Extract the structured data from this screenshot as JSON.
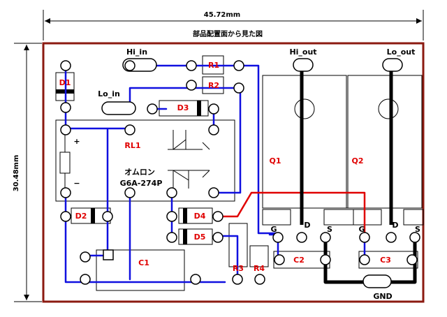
{
  "dimensions": {
    "width": "45.72mm",
    "height": "30.48mm"
  },
  "view_caption": "部品配置面から見た図",
  "terminals": {
    "hi_in": "Hi_in",
    "lo_in": "Lo_in",
    "hi_out": "Hi_out",
    "lo_out": "Lo_out",
    "gnd": "GND"
  },
  "components": {
    "d1": "D1",
    "d2": "D2",
    "d3": "D3",
    "d4": "D4",
    "d5": "D5",
    "r1": "R1",
    "r2": "R2",
    "r3": "R3",
    "r4": "R4",
    "c1": "C1",
    "c2": "C2",
    "c3": "C3",
    "q1": "Q1",
    "q2": "Q2",
    "rl1": "RL1"
  },
  "relay": {
    "maker": "オムロン",
    "model": "G6A-274P",
    "plus": "+",
    "minus": "−"
  },
  "pins": {
    "q1_g": "G",
    "q1_d": "D",
    "q1_s": "S",
    "q2_g": "G",
    "q2_d": "D",
    "q2_s": "S"
  },
  "colors": {
    "board_outline": "#8b1a10",
    "blue_wire": "#1010e0",
    "red_wire": "#e00000",
    "black_wire": "#000000"
  }
}
